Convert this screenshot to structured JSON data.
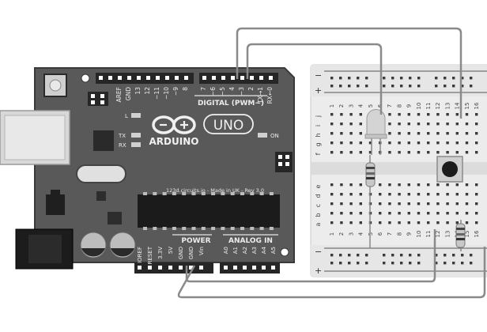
{
  "arduino": {
    "digital_pins": [
      "AREF",
      "GND",
      "13",
      "12",
      "~11",
      "~10",
      "~9",
      "8",
      "7",
      "~6",
      "~5",
      "4",
      "~3",
      "2",
      "TX→1",
      "RX←0"
    ],
    "digital_label": "DIGITAL (PWM~)",
    "logo_text": "ARDUINO",
    "uno_text": "UNO",
    "on_label": "ON",
    "led_labels": [
      "L",
      "TX",
      "RX"
    ],
    "chip_text": "123d.circuits.io - Made in UK - Rev 3.0",
    "power_label": "POWER",
    "analog_label": "ANALOG IN",
    "power_pins": [
      "IOREF",
      "RESET",
      "3.3V",
      "5V",
      "GND",
      "GND",
      "Vin"
    ],
    "analog_pins": [
      "A0",
      "A1",
      "A2",
      "A3",
      "A4",
      "A5"
    ]
  },
  "breadboard": {
    "row_letters_top": [
      "j",
      "i",
      "h",
      "g",
      "f"
    ],
    "row_letters_bottom": [
      "e",
      "d",
      "c",
      "b",
      "a"
    ],
    "column_numbers": [
      "1",
      "2",
      "3",
      "4",
      "5",
      "6",
      "7",
      "8",
      "9",
      "10",
      "11",
      "12",
      "13",
      "14",
      "15",
      "16"
    ],
    "rail_minus": "−",
    "rail_plus": "+"
  },
  "colors": {
    "board": "#5a5a5a",
    "board_edge": "#3c3c3c",
    "header": "#262626",
    "wire": "#8a8a8a",
    "breadboard": "#e9e9e9",
    "hole": "#3a3a3a"
  }
}
